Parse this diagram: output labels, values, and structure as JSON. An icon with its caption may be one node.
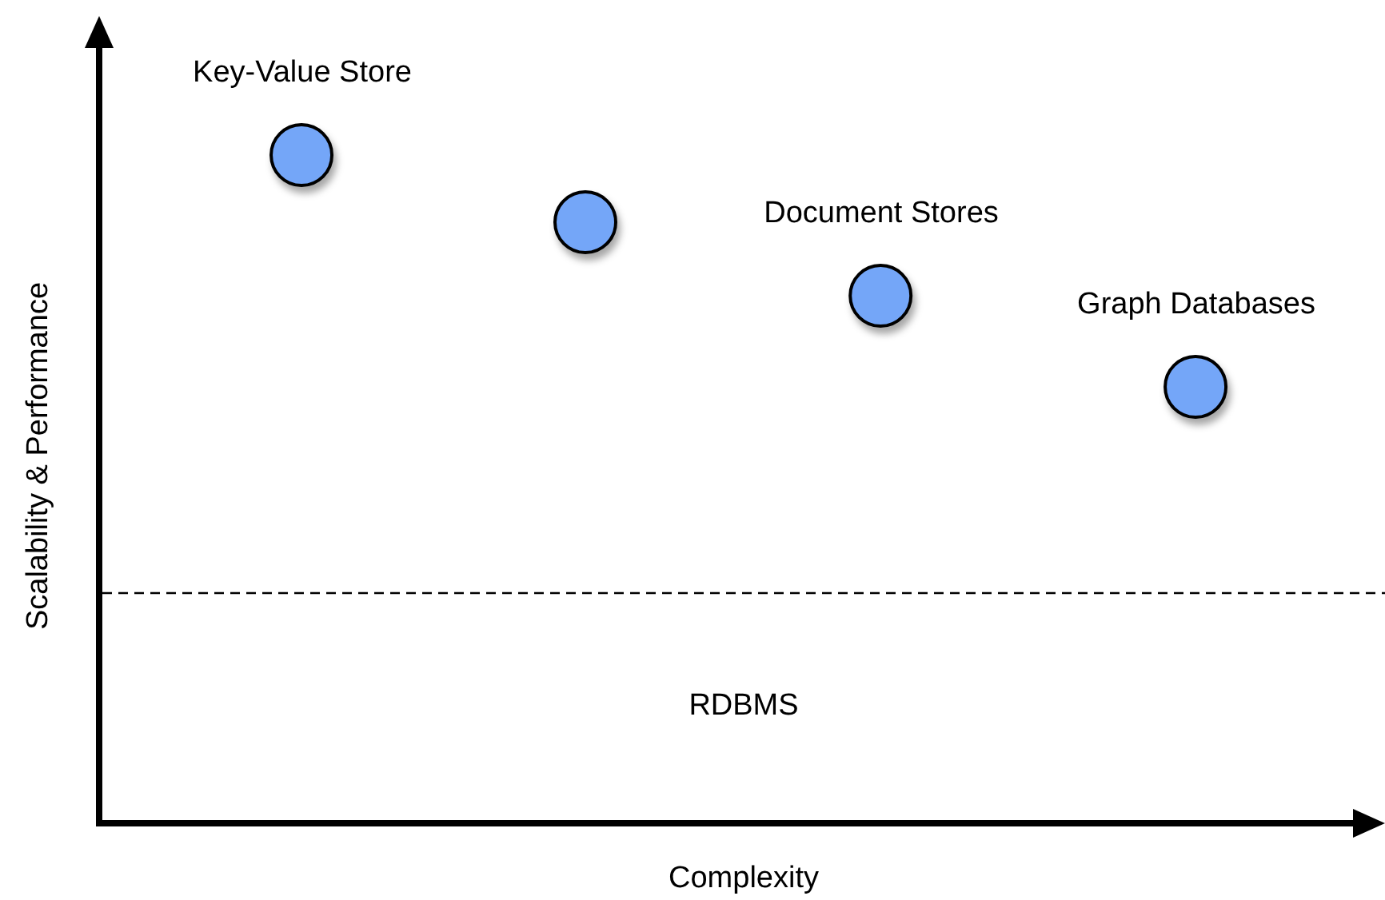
{
  "diagram": {
    "nodes": [
      {
        "text": [
          "Key-Value Store"
        ]
      },
      {
        "text": [],
        "shape": "circle"
      },
      {
        "text": [
          "Document Stores"
        ]
      },
      {
        "text": [
          "Graph Databases"
        ]
      }
    ],
    "edges": [],
    "labels": [
      "Scalability & Performance",
      "RDBMS",
      "Complexity"
    ]
  }
}
